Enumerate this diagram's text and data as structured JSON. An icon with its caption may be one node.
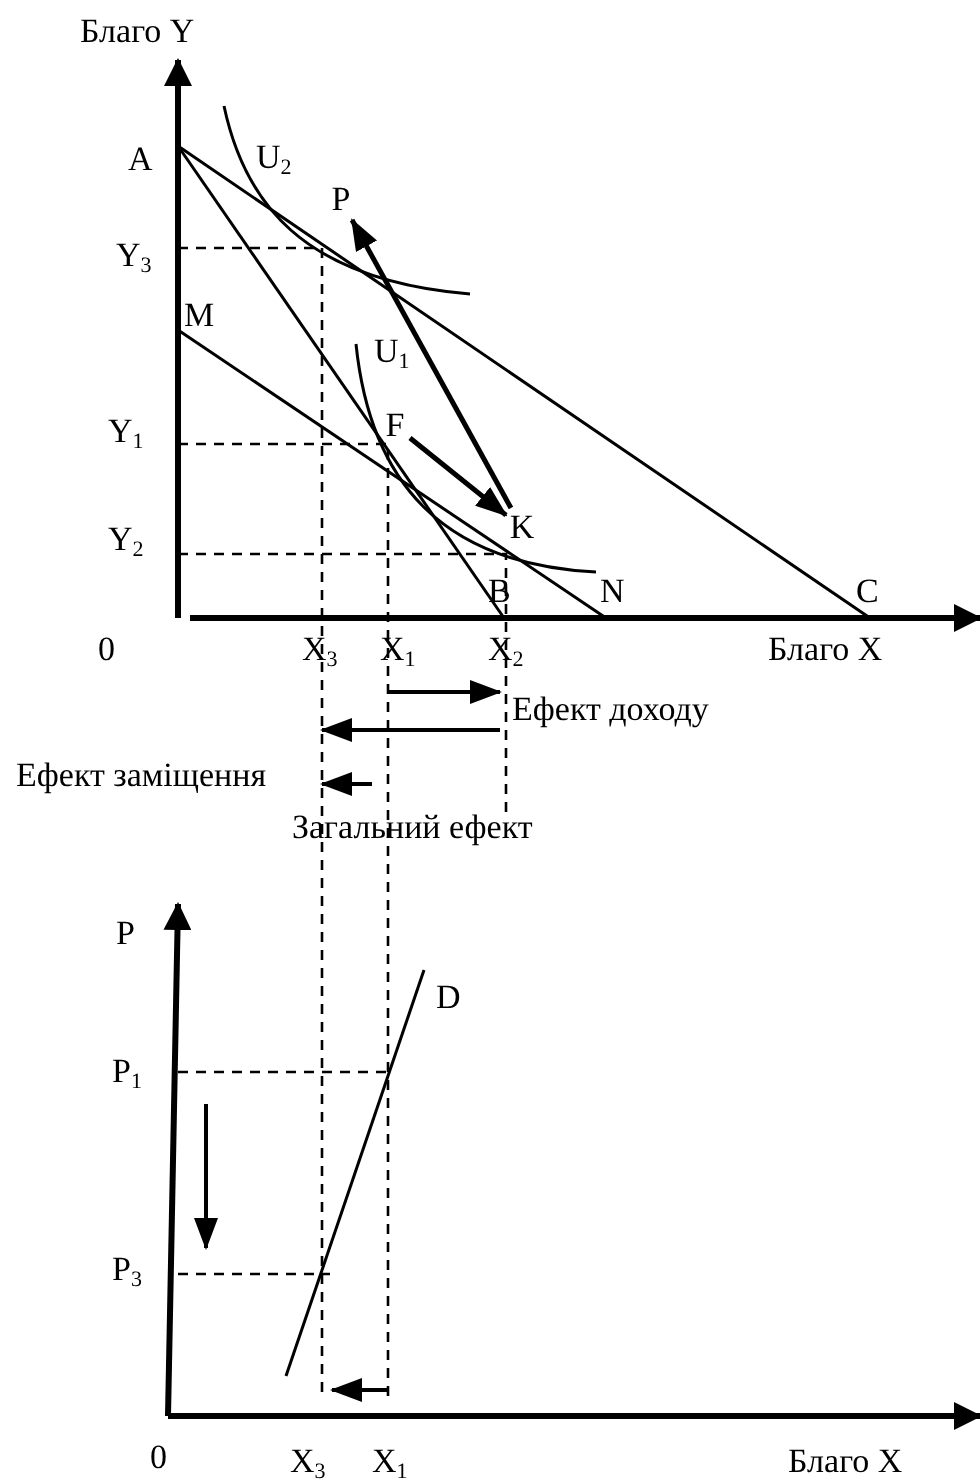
{
  "diagram": {
    "nodes": [
      {
        "text": [
          "P"
        ]
      },
      {
        "text": [
          "F"
        ]
      },
      {
        "text": [
          "K"
        ]
      }
    ],
    "edges": [
      {
        "from": 1,
        "to": 2,
        "arrow": "to"
      },
      {
        "from": 2,
        "to": 0,
        "arrow": "to"
      }
    ],
    "labels": [
      "Благо Y",
      "A",
      "U$_{2}$",
      "Y$_{3}$",
      "M",
      "U$_{1}$",
      "Y$_{1}$",
      "Y$_{2}$",
      "B",
      "N",
      "C",
      "0",
      "X$_{3}$",
      "X$_{1}$",
      "X$_{2}$",
      "Благо X",
      "Ефект доходу",
      "Ефект заміщення",
      "Загальний ефект",
      "P",
      "D",
      "P$_{1}$",
      "P$_{3}$",
      "0",
      "X$_{3}$",
      "X$_{1}$",
      "Благо X"
    ]
  }
}
